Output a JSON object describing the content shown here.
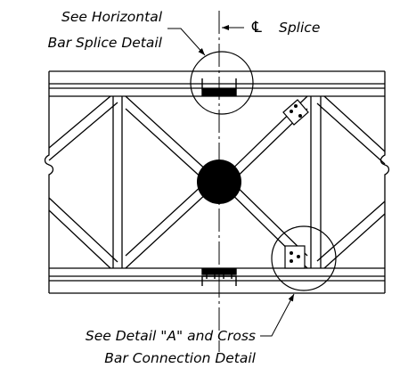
{
  "labels": {
    "top_note_line1": "See Horizontal",
    "top_note_line2": "Bar Splice Detail",
    "centerline_symbol": "℄",
    "centerline_text": "Splice",
    "bottom_note_line1": "See Detail \"A\" and Cross",
    "bottom_note_line2": "Bar Connection Detail"
  },
  "colors": {
    "ink": "#000000",
    "background": "#ffffff"
  }
}
